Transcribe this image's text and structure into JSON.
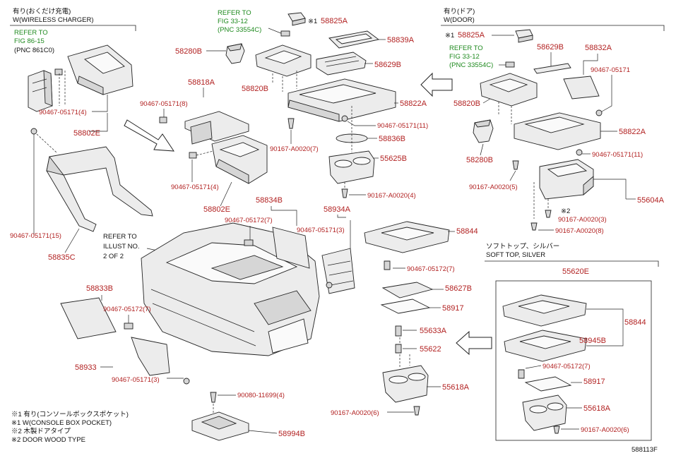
{
  "notes": {
    "wireless_jp": "有り(おくだけ充電)",
    "wireless_en": "W(WIRELESS CHARGER)",
    "door_jp": "有り(ドア)",
    "door_en": "W(DOOR)",
    "soft_top_jp": "ソフトトップ、シルバー",
    "soft_top_en": "SOFT TOP, SILVER",
    "legend1": "※1 有り(コンソールボックスポケット)",
    "legend2": "※1 W(CONSOLE BOX POCKET)",
    "legend3": "※2 木製ドアタイプ",
    "legend4": "※2 DOOR WOOD TYPE",
    "figure_no": "588113F",
    "refer_illust_1": "REFER TO",
    "refer_illust_2": "ILLUST NO.",
    "refer_illust_3": "2 OF 2",
    "mark1": "※1",
    "mark2": "※2"
  },
  "refs": {
    "fig8615_1": "REFER TO",
    "fig8615_2": "FIG 86-15",
    "fig8615_3": "(PNC 861C0)",
    "fig3312a_1": "REFER TO",
    "fig3312a_2": "FIG 33-12",
    "fig3312a_3": "(PNC 33554C)",
    "fig3312b_1": "REFER TO",
    "fig3312b_2": "FIG 33-12",
    "fig3312b_3": "(PNC 33554C)"
  },
  "parts": {
    "p58825A_1": "58825A",
    "p58839A": "58839A",
    "p58280B_1": "58280B",
    "p58629B_1": "58629B",
    "p58820B_1": "58820B",
    "p58822A_1": "58822A",
    "p90467_05171_11_a": "90467-05171(11)",
    "p58836B": "58836B",
    "p90167_A0020_7": "90167-A0020(7)",
    "p55625B": "55625B",
    "p90167_A0020_4": "90167-A0020(4)",
    "p58818A": "58818A",
    "p90467_05171_8": "90467-05171(8)",
    "p90467_05171_4a": "90467-05171(4)",
    "p58802E_a": "58802E",
    "p90467_05171_4b": "90467-05171(4)",
    "p58802E_b": "58802E",
    "p90467_05171_15": "90467-05171(15)",
    "p58835C": "58835C",
    "p58834B": "58834B",
    "p90467_05172_7a": "90467-05172(7)",
    "p58934A": "58934A",
    "p90467_05171_3a": "90467-05171(3)",
    "p58844_a": "58844",
    "p90467_05172_7b": "90467-05172(7)",
    "p58627B": "58627B",
    "p58917_a": "58917",
    "p55633A": "55633A",
    "p55622": "55622",
    "p55618A_a": "55618A",
    "p90167_A0020_6a": "90167-A0020(6)",
    "p58833B": "58833B",
    "p90467_05172_7c": "90467-05172(7)",
    "p58933": "58933",
    "p90467_05171_3b": "90467-05171(3)",
    "p90080_11699_4": "90080-11699(4)",
    "p58994B": "58994B",
    "p58825A_2": "58825A",
    "p58629B_2": "58629B",
    "p58832A": "58832A",
    "p90467_05171_r": "90467-05171",
    "p58820B_2": "58820B",
    "p58822A_2": "58822A",
    "p58280B_2": "58280B",
    "p90467_05171_11_b": "90467-05171(11)",
    "p90167_A0020_5": "90167-A0020(5)",
    "p55604A": "55604A",
    "p90167_A0020_3": "90167-A0020(3)",
    "p90167_A0020_8": "90167-A0020(8)",
    "p55620E": "55620E",
    "p58844_b": "58844",
    "p58945B": "58945B",
    "p90467_05172_7d": "90467-05172(7)",
    "p58917_b": "58917",
    "p55618A_b": "55618A",
    "p90167_A0020_6b": "90167-A0020(6)"
  }
}
